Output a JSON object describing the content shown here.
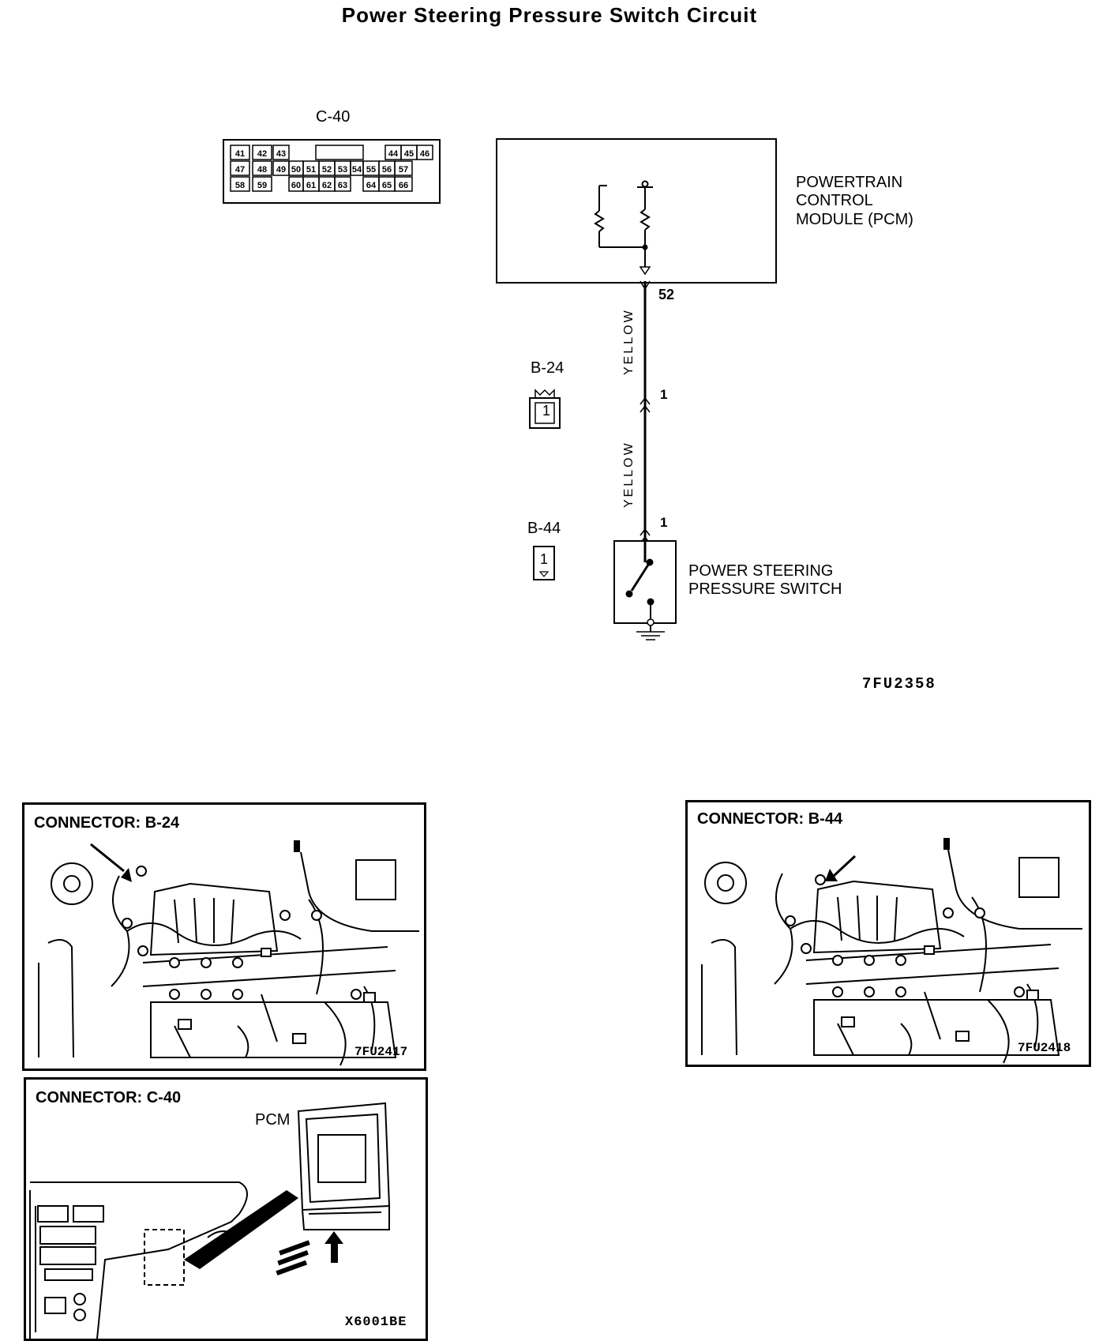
{
  "title": "Power Steering Pressure Switch Circuit",
  "c40_connector": {
    "label": "C-40",
    "row1": [
      "41",
      "42",
      "43",
      "",
      "44",
      "45",
      "46"
    ],
    "row2": [
      "47",
      "48",
      "49",
      "50",
      "51",
      "52",
      "53",
      "54",
      "55",
      "56",
      "57"
    ],
    "row3": [
      "58",
      "59",
      "",
      "60",
      "61",
      "62",
      "63",
      "",
      "64",
      "65",
      "66"
    ]
  },
  "pcm": {
    "label_line1": "POWERTRAIN",
    "label_line2": "CONTROL",
    "label_line3": "MODULE  (PCM)",
    "pin": "52"
  },
  "wire": {
    "color_upper": "YELLOW",
    "color_lower": "YELLOW"
  },
  "b24_connector": {
    "label": "B-24",
    "pin": "1",
    "symbol_pin": "1"
  },
  "b44_connector": {
    "label": "B-44",
    "pin": "1",
    "symbol_pin": "1"
  },
  "switch": {
    "label_line1": "POWER STEERING",
    "label_line2": "PRESSURE SWITCH"
  },
  "diagram_code": "7FU2358",
  "panels": {
    "b24": {
      "title": "CONNECTOR:  B-24",
      "code": "7FU2417"
    },
    "b44": {
      "title": "CONNECTOR:  B-44",
      "code": "7FU2418"
    },
    "c40": {
      "title": "CONNECTOR:  C-40",
      "pcm_label": "PCM",
      "code": "X6001BE"
    }
  }
}
